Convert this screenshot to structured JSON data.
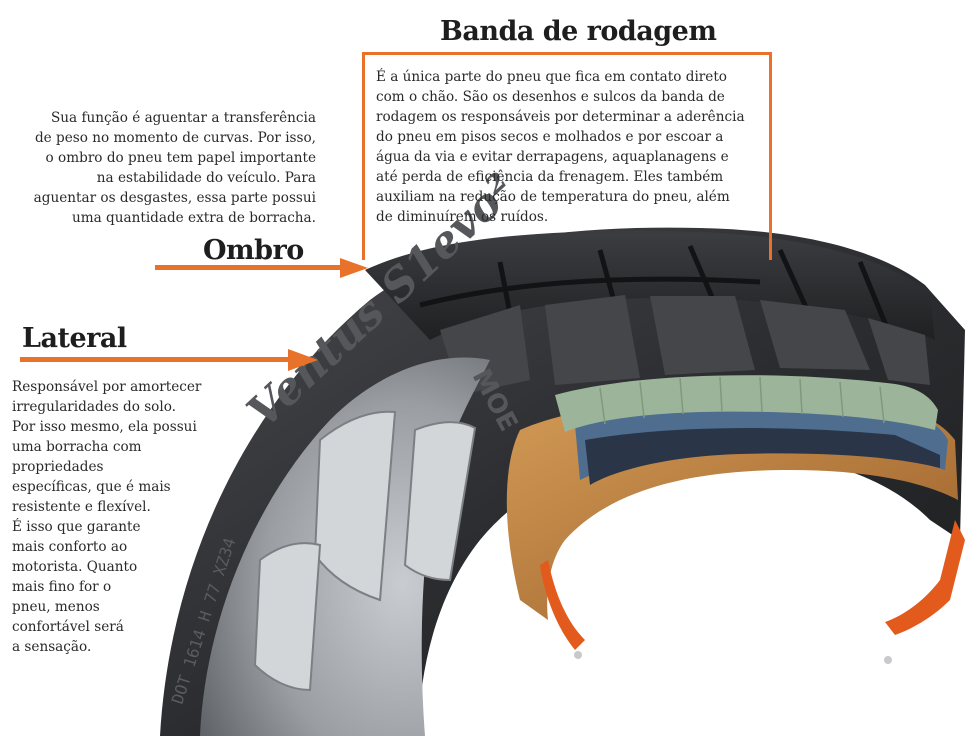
{
  "colors": {
    "accent": "#e8722a",
    "text": "#2a2a2a",
    "heading": "#1e1e1e",
    "rubber": "#2f3033",
    "wheel": "#9da1a5",
    "belt_green": "#9cb59a",
    "belt_blue": "#5f7f9e",
    "carcass": "#b87a3e"
  },
  "sections": {
    "banda": {
      "title": "Banda de rodagem",
      "text": "É a única parte do pneu que fica em contato direto\ncom o chão. São os desenhos e sulcos da banda de\nrodagem os responsáveis por determinar a aderência\ndo pneu em pisos secos e molhados e por escoar a\nágua da via e evitar derrapagens, aquaplanagens e\naté perda de eficiência da frenagem. Eles também\nauxiliam na redução de temperatura do pneu, além\nde diminuírem os ruídos."
    },
    "ombro": {
      "title": "Ombro",
      "text": "Sua função é aguentar a transferência\nde peso no momento de curvas. Por isso,\no ombro do pneu tem papel importante\nna estabilidade do veículo. Para\naguentar os desgastes, essa parte possui\numa quantidade extra de borracha."
    },
    "lateral": {
      "title": "Lateral",
      "text": "Responsável por amortecer\nirregularidades do solo.\nPor isso mesmo, ela possui\numa borracha com\npropriedades\nespecíficas, que é mais\nresistente e flexível.\nÉ isso que garante\nmais conforto ao\nmotorista. Quanto\nmais fino for o\npneu, menos\nconfortável será\na sensação."
    }
  },
  "tire": {
    "brand_text": "Ventus S1evo²",
    "side_text": "MOE",
    "dot_text": "DOT 1614 H 77 XZ34"
  }
}
